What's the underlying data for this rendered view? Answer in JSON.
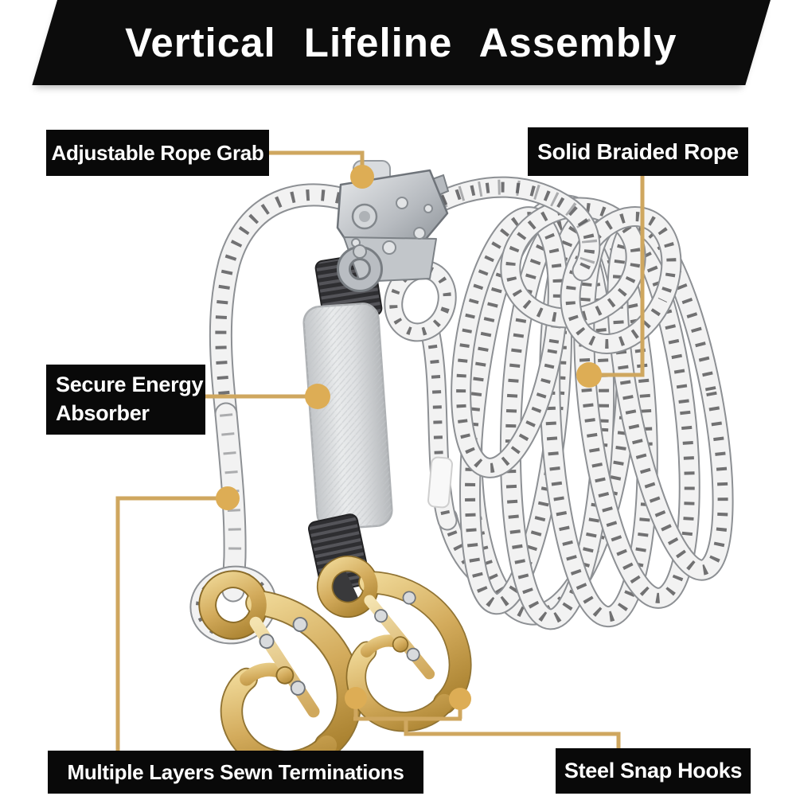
{
  "banner": {
    "title": "Vertical Lifeline Assembly"
  },
  "labels": [
    {
      "id": "adjustable-rope-grab",
      "text": "Adjustable Rope Grab"
    },
    {
      "id": "solid-braided-rope",
      "text": "Solid Braided Rope"
    },
    {
      "id": "secure-energy-absorber",
      "text": "Secure Energy Absorber"
    },
    {
      "id": "sewn-terminations",
      "text": "Multiple Layers Sewn Terminations"
    },
    {
      "id": "steel-snap-hooks",
      "text": "Steel Snap Hooks"
    }
  ],
  "colors": {
    "banner_bg": "#0c0c0c",
    "label_bg": "#090909",
    "label_text": "#ffffff",
    "callout": "#cfa75f",
    "dot": "#ddad55",
    "brass": "#c9a04e",
    "steel": "#b6babf",
    "rope_white": "#f2f2f2",
    "rope_fleck": "#3b3b3d",
    "webbing": "#3a3a3c",
    "absorber_sleeve": "#d9dbdd"
  }
}
